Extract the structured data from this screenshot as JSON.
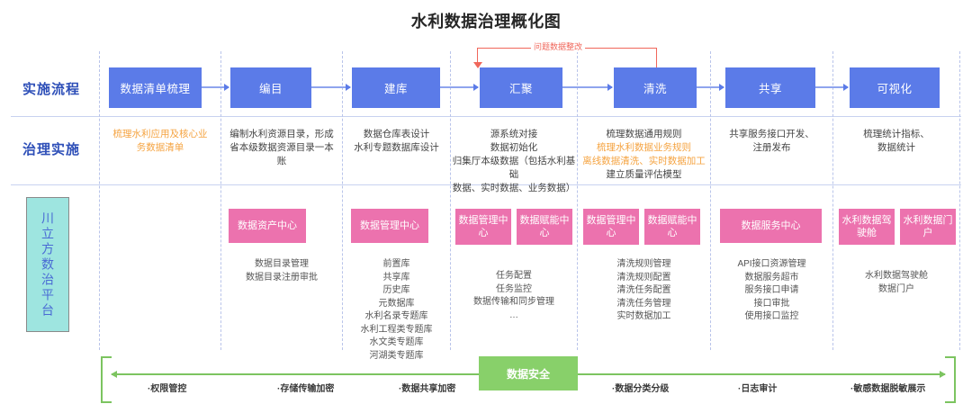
{
  "title": "水利数据治理概化图",
  "rows": {
    "flow_label": "实施流程",
    "impl_label": "治理实施"
  },
  "flow": {
    "steps": [
      {
        "label": "数据清单梳理"
      },
      {
        "label": "编目"
      },
      {
        "label": "建库"
      },
      {
        "label": "汇聚"
      },
      {
        "label": "清洗"
      },
      {
        "label": "共享"
      },
      {
        "label": "可视化"
      }
    ],
    "feedback_annotation": "问题数据整改",
    "box_color": "#5B7BE8",
    "annotation_color": "#F0675B"
  },
  "implementation": [
    {
      "lines": [
        "梳理水利应用及核心业",
        "务数据清单"
      ],
      "highlight": true
    },
    {
      "lines": [
        "编制水利资源目录，形成",
        "省本级数据资源目录一本",
        "账"
      ],
      "highlight": false
    },
    {
      "lines": [
        "数据仓库表设计",
        "水利专题数据库设计"
      ],
      "highlight": false
    },
    {
      "lines": [
        "源系统对接",
        "数据初始化",
        "归集厅本级数据（包括水利基础",
        "数据、实时数据、业务数据）"
      ],
      "highlight": false
    },
    {
      "lines": [
        "梳理数据通用规则",
        "梳理水利数据业务规则",
        "离线数据清洗、实时数据加工",
        "建立质量评估模型"
      ],
      "highlight_lines": [
        1,
        2
      ]
    },
    {
      "lines": [
        "共享服务接口开发、",
        "注册发布"
      ],
      "highlight": false
    },
    {
      "lines": [
        "梳理统计指标、",
        "数据统计"
      ],
      "highlight": false
    }
  ],
  "platform": {
    "name": "川立方数治平台",
    "box_color": "#9EE5E0"
  },
  "capabilities": {
    "chip_color": "#EC72AE",
    "columns": [
      {
        "chips": [],
        "details": []
      },
      {
        "chips": [
          "数据资产中心"
        ],
        "details": [
          "数据目录管理",
          "数据目录注册审批"
        ]
      },
      {
        "chips": [
          "数据管理中心"
        ],
        "details": [
          "前置库",
          "共享库",
          "历史库",
          "元数据库",
          "水利名录专题库",
          "水利工程类专题库",
          "水文类专题库",
          "河湖类专题库"
        ]
      },
      {
        "chips": [
          "数据管理中心",
          "数据赋能中心"
        ],
        "details": [
          "任务配置",
          "任务监控",
          "数据传输和同步管理",
          "…"
        ]
      },
      {
        "chips": [
          "数据管理中心",
          "数据赋能中心"
        ],
        "details": [
          "清洗规则管理",
          "清洗规则配置",
          "清洗任务配置",
          "清洗任务管理",
          "实时数据加工"
        ]
      },
      {
        "chips": [
          "数据服务中心"
        ],
        "details": [
          "API接口资源管理",
          "数据服务超市",
          "服务接口申请",
          "接口审批",
          "使用接口监控"
        ]
      },
      {
        "chips": [
          "水利数据驾驶舱",
          "水利数据门户"
        ],
        "details": [
          "水利数据驾驶舱",
          "数据门户"
        ]
      }
    ]
  },
  "security": {
    "center_label": "数据安全",
    "band_color": "#88D06A",
    "line_color": "#7CC460",
    "items": [
      "·权限管控",
      "·存储传输加密",
      "·数据共享加密",
      "·数据分类分级",
      "·日志审计",
      "·敏感数据脱敏展示"
    ]
  }
}
